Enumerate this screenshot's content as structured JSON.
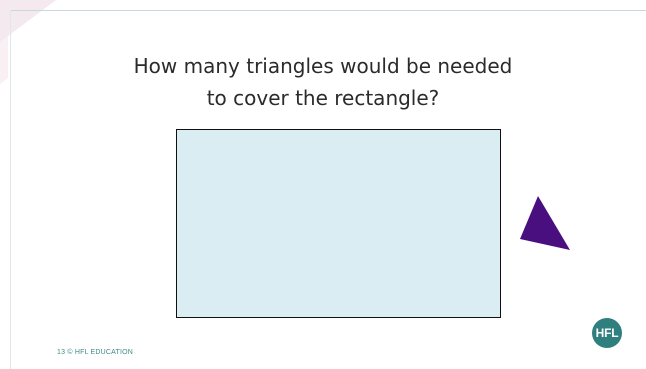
{
  "slide": {
    "question_line_1": "How many triangles would be needed",
    "question_line_2": "to cover the rectangle?",
    "footer": "13 © HFL EDUCATION",
    "logo": "HFL"
  },
  "colors": {
    "rectangle_fill": "#daedf2",
    "triangle_fill": "#4a0f7f",
    "logo_bg": "#2f7f7f",
    "footer_text": "#3d8a88",
    "corner_pink": "#f4e9ee"
  },
  "shapes": {
    "rectangle": "rectangle",
    "triangle": "triangle"
  }
}
